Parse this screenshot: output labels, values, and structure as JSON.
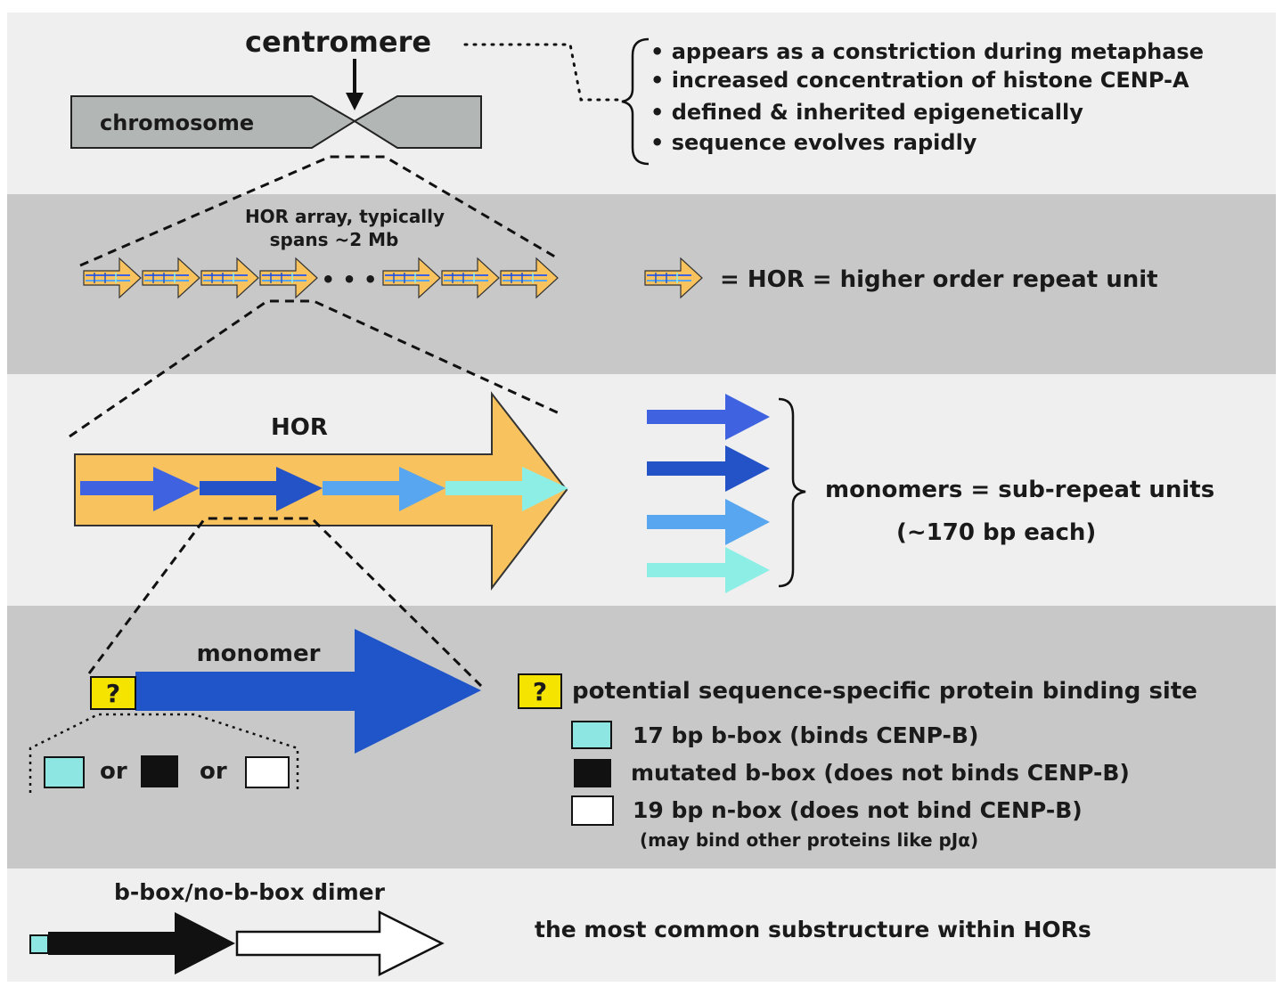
{
  "section_1": {
    "centromere_label": "centromere",
    "chromosome_label": "chromosome",
    "facts": [
      "• appears as a constriction during metaphase",
      "• increased concentration of histone CENP-A",
      "• defined & inherited epigenetically",
      "• sequence evolves rapidly"
    ]
  },
  "section_2": {
    "array_caption_line1": "HOR array, typically",
    "array_caption_line2": "spans ~2 Mb",
    "ellipsis": "• • •",
    "legend_text": "= HOR = higher order repeat unit"
  },
  "section_3": {
    "hor_label": "HOR",
    "monomers_text": "monomers = sub-repeat units",
    "monomers_size": "(~170 bp each)"
  },
  "section_4": {
    "monomer_label": "monomer",
    "question_mark": "?",
    "or_1": "or",
    "or_2": "or",
    "binding_site_text": "potential sequence-specific protein binding site",
    "box_legend": [
      "17 bp b-box (binds CENP-B)",
      "mutated b-box (does not binds CENP-B)",
      "19 bp n-box (does not bind CENP-B)"
    ],
    "nbox_note": "(may bind other proteins like pJα)"
  },
  "section_5": {
    "dimer_label": "b-box/no-b-box dimer",
    "substructure_text": "the most common substructure within HORs"
  },
  "colors": {
    "band_light": "#efefef",
    "band_dark": "#c8c8c8",
    "chromosome_fill": "#b2b6b4",
    "hor_fill": "#f8c35e",
    "monomer_1": "#3f63e0",
    "monomer_2": "#2453c8",
    "monomer_3": "#57a6ef",
    "monomer_4": "#8deee6",
    "monomer_big": "#1f55c8",
    "question_box": "#f5e400",
    "bbox_fill": "#8ee6e2",
    "mutated_fill": "#111111",
    "nbox_fill": "#ffffff"
  }
}
